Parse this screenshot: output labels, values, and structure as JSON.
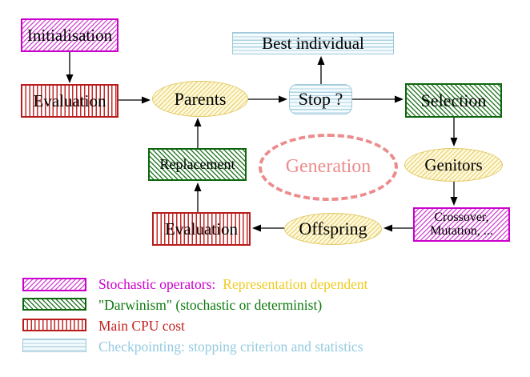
{
  "diagram": {
    "title": "Evolutionary algorithm generation loop",
    "nodes": {
      "initialisation": {
        "label": "Initialisation",
        "pattern": "magenta-diagonal-hatch"
      },
      "evaluation_top": {
        "label": "Evaluation",
        "pattern": "red-vertical-stripes"
      },
      "parents": {
        "label": "Parents",
        "pattern": "yellow-diagonal-hatch-ellipse"
      },
      "best_individual": {
        "label": "Best individual",
        "pattern": "cyan-horizontal-lines"
      },
      "stop": {
        "label": "Stop ?",
        "pattern": "cyan-horizontal-lines"
      },
      "selection": {
        "label": "Selection",
        "pattern": "green-diagonal-hatch"
      },
      "genitors": {
        "label": "Genitors",
        "pattern": "yellow-diagonal-hatch-ellipse"
      },
      "crossover": {
        "line1": "Crossover,",
        "line2": "Mutation, ...",
        "pattern": "magenta-diagonal-hatch"
      },
      "offspring": {
        "label": "Offspring",
        "pattern": "yellow-diagonal-hatch-ellipse"
      },
      "evaluation_bottom": {
        "label": "Evaluation",
        "pattern": "red-vertical-stripes"
      },
      "replacement": {
        "label": "Replacement",
        "pattern": "green-diagonal-hatch"
      },
      "generation": {
        "label": "Generation",
        "style": "dashed-salmon-ellipse"
      }
    },
    "edges": [
      "Initialisation -> Evaluation",
      "Evaluation -> Parents",
      "Parents -> Stop ?",
      "Stop ? -> Best individual",
      "Stop ? -> Selection",
      "Selection -> Genitors",
      "Genitors -> Crossover, Mutation, ...",
      "Crossover, Mutation, ... -> Offspring",
      "Offspring -> Evaluation",
      "Evaluation -> Replacement",
      "Replacement -> Parents"
    ]
  },
  "legend": {
    "items": [
      {
        "pattern": "magenta-diagonal-hatch",
        "label": "Stochastic operators:",
        "label_color": "#cc00cc",
        "suffix": "Representation dependent",
        "suffix_color": "#eecc22"
      },
      {
        "pattern": "green-diagonal-hatch",
        "label": "\"Darwinism\" (stochastic or determinist)",
        "label_color": "#0d7a0d"
      },
      {
        "pattern": "red-vertical-stripes",
        "label": "Main CPU cost",
        "label_color": "#c32020"
      },
      {
        "pattern": "cyan-horizontal-lines",
        "label": "Checkpointing: stopping criterion and statistics",
        "label_color": "#95cbe0"
      }
    ]
  },
  "colors": {
    "magenta": "#cc00cc",
    "red": "#c32a2a",
    "green": "#0d660d",
    "cyan_line": "#aed2e0",
    "yellow_border": "#e2ca66",
    "yellow_fill": "#fffbdd",
    "salmon": "#ec8c8c",
    "arrow": "#000000",
    "background": "#ffffff"
  }
}
